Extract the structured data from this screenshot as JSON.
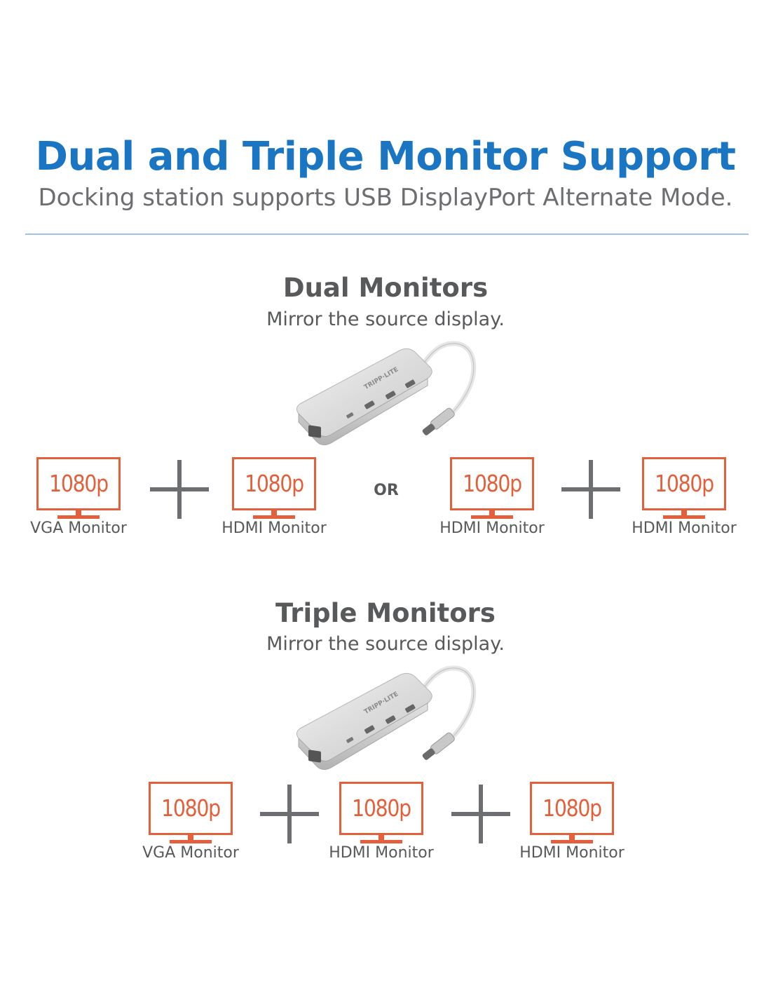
{
  "header": {
    "title": "Dual and Triple Monitor Support",
    "subtitle": "Docking station supports USB DisplayPort Alternate Mode."
  },
  "dual": {
    "title": "Dual Monitors",
    "subtitle": "Mirror the source display.",
    "or_label": "OR",
    "monitors": [
      {
        "resolution": "1080p",
        "label": "VGA Monitor"
      },
      {
        "resolution": "1080p",
        "label": "HDMI Monitor"
      },
      {
        "resolution": "1080p",
        "label": "HDMI Monitor"
      },
      {
        "resolution": "1080p",
        "label": "HDMI Monitor"
      }
    ]
  },
  "triple": {
    "title": "Triple Monitors",
    "subtitle": "Mirror the source display.",
    "monitors": [
      {
        "resolution": "1080p",
        "label": "VGA Monitor"
      },
      {
        "resolution": "1080p",
        "label": "HDMI Monitor"
      },
      {
        "resolution": "1080p",
        "label": "HDMI Monitor"
      }
    ]
  },
  "brand": {
    "logo_text": "TRIPP·LITE"
  },
  "colors": {
    "title_blue": "#1a76c2",
    "text_gray": "#58595b",
    "subtitle_gray": "#6d6e71",
    "monitor_orange": "#e2603b",
    "plus_gray": "#6d6e71",
    "divider_blue": "#9fc3e6"
  },
  "icons": {
    "monitor": "monitor-icon",
    "plus": "plus-icon",
    "dock": "docking-station-image"
  }
}
